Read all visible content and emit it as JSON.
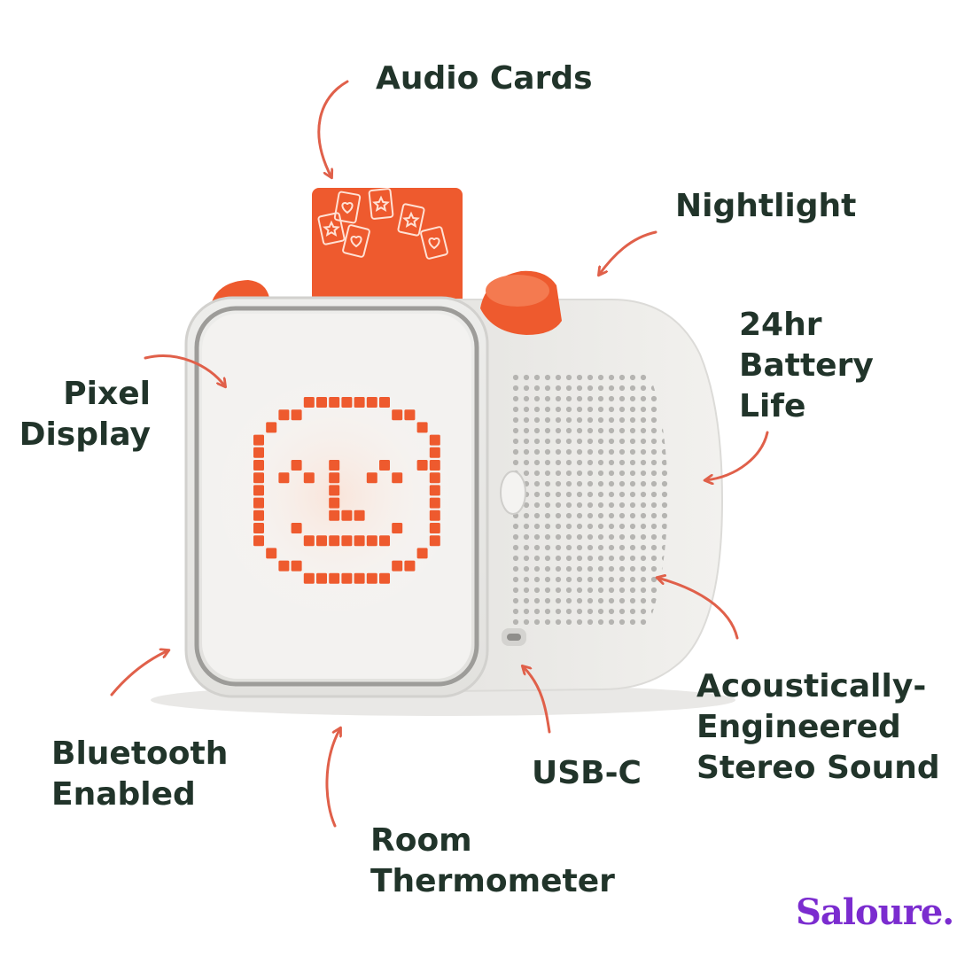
{
  "labels": {
    "audio_cards": "Audio Cards",
    "nightlight": "Nightlight",
    "battery": [
      "24hr",
      "Battery",
      "Life"
    ],
    "pixel_display": [
      "Pixel",
      "Display"
    ],
    "bluetooth": [
      "Bluetooth",
      "Enabled"
    ],
    "thermometer": [
      "Room",
      "Thermometer"
    ],
    "usb": "USB-C",
    "sound": [
      "Acoustically-",
      "Engineered",
      "Stereo Sound"
    ]
  },
  "brand": {
    "logo_text": "Saloure."
  },
  "colors": {
    "label_text": "#21342a",
    "arrow": "#e0604a",
    "accent_orange": "#ee5a2e",
    "device_body": "#ecebe8",
    "screen": "#f3f2f0",
    "brand": "#7b2ccf"
  },
  "icons": {
    "card_icons": [
      "star-icon",
      "heart-icon",
      "star-icon",
      "heart-icon",
      "star-icon",
      "heart-icon"
    ]
  }
}
